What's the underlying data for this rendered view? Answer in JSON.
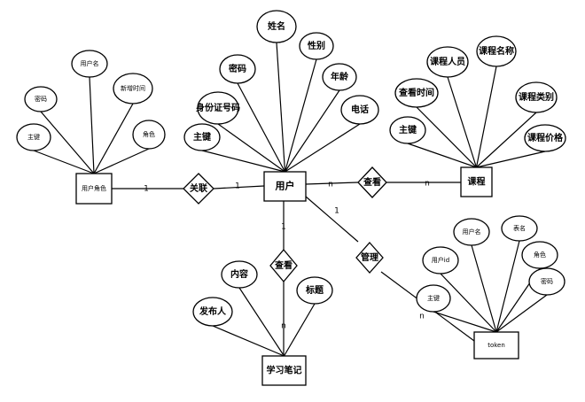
{
  "entities": {
    "user": {
      "label": "用户",
      "attrs": [
        "姓名",
        "性别",
        "年龄",
        "电话",
        "密码",
        "身份证号码",
        "主键"
      ]
    },
    "course": {
      "label": "课程",
      "attrs": [
        "课程人员",
        "课程名称",
        "查看时间",
        "课程类别",
        "主键",
        "课程价格"
      ]
    },
    "note": {
      "label": "学习笔记",
      "attrs": [
        "内容",
        "标题",
        "发布人"
      ]
    },
    "role": {
      "label": "用户角色",
      "attrs": [
        "用户名",
        "密码",
        "新增时间",
        "主键",
        "角色"
      ]
    },
    "token": {
      "label": "token",
      "attrs": [
        "用户名",
        "表名",
        "用户id",
        "角色",
        "主键",
        "密码"
      ]
    }
  },
  "relations": {
    "associate": {
      "label": "关联",
      "left": "1",
      "right": "1"
    },
    "view_course": {
      "label": "查看",
      "left": "n",
      "right": "n"
    },
    "view_note": {
      "label": "查看",
      "left": "1",
      "right": "n"
    },
    "manage": {
      "label": "管理",
      "left": "1",
      "right": "n"
    }
  }
}
